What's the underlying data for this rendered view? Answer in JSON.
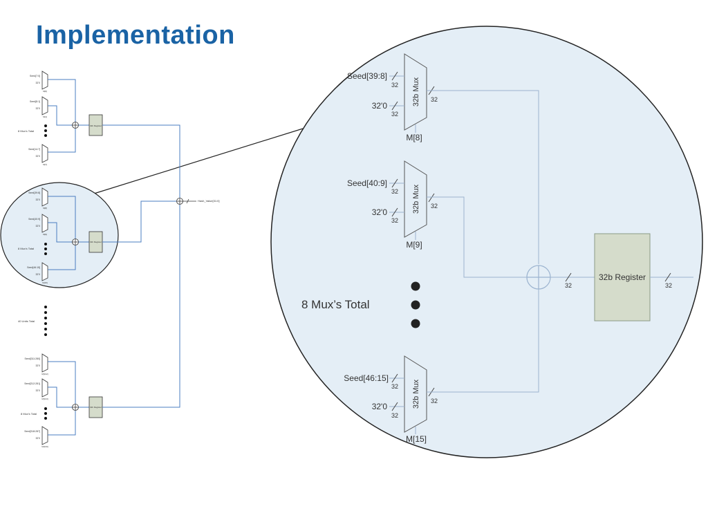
{
  "title": "Implementation",
  "overview": {
    "top_group": {
      "seeds": [
        "Seed[7:0]",
        "Seed[8:1]",
        "Seed[14:7]"
      ],
      "zero_label": "32'0",
      "select_labels": [
        "M[0]",
        "M[1]",
        "M[7]"
      ],
      "total_label": "8 Mux's Total",
      "register_label": "32b Register"
    },
    "middle_group": {
      "seeds": [
        "Seed[39:8]",
        "Seed[40:9]",
        "Seed[46:15]"
      ],
      "zero_label": "32'0",
      "select_labels": [
        "M[8]",
        "M[9]",
        "M[15]"
      ],
      "total_label": "8 Mux's Total",
      "register_label": "32b Register"
    },
    "units_total_label": "40 Units Total",
    "bottom_group": {
      "seeds": [
        "Seed[311:280]",
        "Seed[312:281]",
        "Seed[318:287]"
      ],
      "zero_label": "32'0",
      "select_labels": [
        "M[312]",
        "M[313]",
        "M[319]"
      ],
      "total_label": "8 Mux's Total",
      "register_label": "32b Register"
    },
    "output_label": "Hash_Value[31:0]"
  },
  "detail": {
    "muxes": [
      {
        "seed": "Seed[39:8]",
        "zero": "32'0",
        "mux_label": "32b Mux",
        "select": "M[8]",
        "bus": "32"
      },
      {
        "seed": "Seed[40:9]",
        "zero": "32'0",
        "mux_label": "32b Mux",
        "select": "M[9]",
        "bus": "32"
      },
      {
        "seed": "Seed[46:15]",
        "zero": "32'0",
        "mux_label": "32b Mux",
        "select": "M[15]",
        "bus": "32"
      }
    ],
    "total_label": "8 Mux’s Total",
    "register_label": "32b Register",
    "xor_out_bus": "32",
    "register_out_bus": "32"
  },
  "colors": {
    "title": "#1a63a5",
    "wire": "#4a7cc0",
    "magnifier_fill": "#e4eef6",
    "register_fill": "#d5dccb",
    "outline": "#222222"
  }
}
